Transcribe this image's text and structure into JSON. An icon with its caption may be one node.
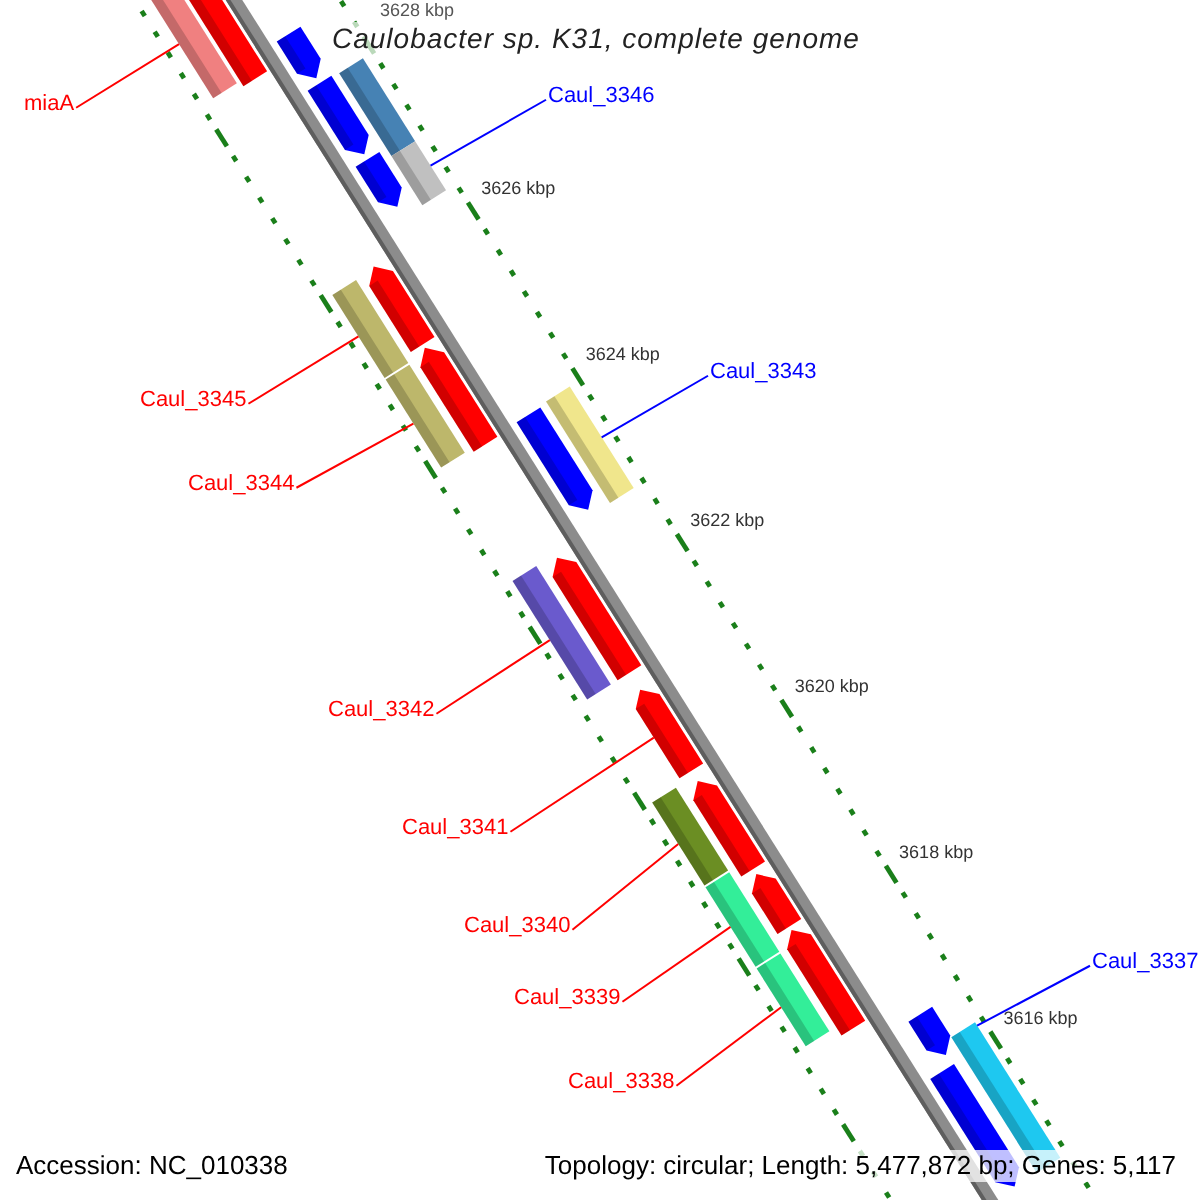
{
  "diagram": {
    "title": "Caulobacter sp. K31, complete genome",
    "nodes": [
      {
        "text": [
          "miaA"
        ]
      },
      {
        "text": [
          "Caul_3346"
        ]
      },
      {
        "text": [
          "Caul_3345"
        ]
      },
      {
        "text": [
          "Caul_3344"
        ]
      },
      {
        "text": [
          "Caul_3343"
        ]
      },
      {
        "text": [
          "Caul_3342"
        ]
      },
      {
        "text": [
          "Caul_3341"
        ]
      },
      {
        "text": [
          "Caul_3340"
        ]
      },
      {
        "text": [
          "Caul_3339"
        ]
      },
      {
        "text": [
          "Caul_3338"
        ]
      },
      {
        "text": [
          "Caul_3337"
        ]
      },
      {
        "text": [],
        "shape": "bar"
      },
      {
        "text": [],
        "shape": "bar"
      },
      {
        "text": [],
        "shape": "bar"
      },
      {
        "text": [],
        "shape": "bar"
      },
      {
        "text": [],
        "shape": "bar"
      },
      {
        "text": [],
        "shape": "bar"
      },
      {
        "text": [],
        "shape": "bar"
      },
      {
        "text": [],
        "shape": "bar"
      },
      {
        "text": [],
        "shape": "bar"
      },
      {
        "text": [],
        "shape": "bar"
      },
      {
        "text": [],
        "shape": "bar"
      },
      {
        "text": [],
        "shape": "bar"
      },
      {
        "text": [],
        "shape": "bar"
      },
      {
        "text": [],
        "shape": "bar"
      },
      {
        "text": [],
        "shape": "bar"
      },
      {
        "text": [],
        "shape": "bar"
      },
      {
        "text": [],
        "shape": "bar"
      },
      {
        "text": [],
        "shape": "bar"
      },
      {
        "text": [],
        "shape": "bar"
      },
      {
        "text": [],
        "shape": "bar"
      },
      {
        "text": [],
        "shape": "bar"
      },
      {
        "text": [],
        "shape": "bar"
      },
      {
        "text": [],
        "shape": "bar"
      },
      {
        "text": [],
        "shape": "bar"
      },
      {
        "text": [],
        "shape": "bar"
      }
    ],
    "edges": [
      {
        "from": 0,
        "to": 11,
        "arrow": "none"
      },
      {
        "from": 1,
        "to": 16,
        "arrow": "none",
        "color": "#0000ff"
      },
      {
        "from": 2,
        "to": 19,
        "arrow": "none"
      },
      {
        "from": 3,
        "to": 21,
        "arrow": "none"
      },
      {
        "from": 4,
        "to": 22,
        "arrow": "none",
        "color": "#0000ff"
      },
      {
        "from": 5,
        "to": 24,
        "arrow": "none"
      },
      {
        "from": 6,
        "to": 26,
        "arrow": "none"
      },
      {
        "from": 7,
        "to": 27,
        "arrow": "none"
      },
      {
        "from": 8,
        "to": 29,
        "arrow": "none"
      },
      {
        "from": 9,
        "to": 31,
        "arrow": "none"
      },
      {
        "from": 10,
        "to": 34,
        "arrow": "none",
        "color": "#0000ff"
      }
    ],
    "labels": [
      "3628 kbp",
      "3626 kbp",
      "3624 kbp",
      "3622 kbp",
      "3620 kbp",
      "3618 kbp",
      "3616 kbp",
      "Accession: NC_010338",
      "Topology: circular; Length: 5,477,872 bp; Genes: 5,117"
    ]
  }
}
